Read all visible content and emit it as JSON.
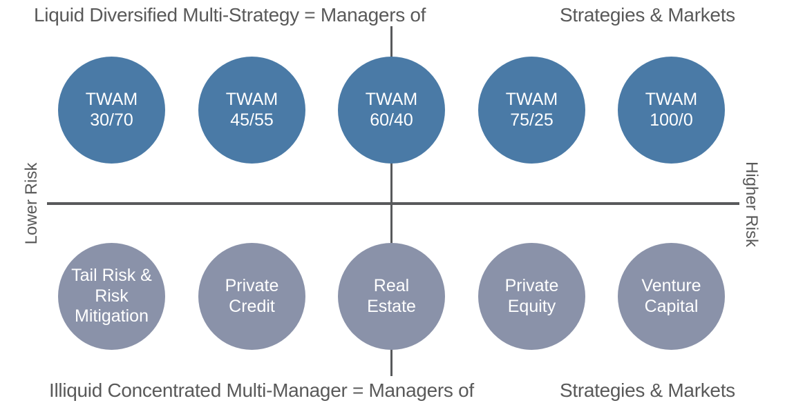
{
  "titles": {
    "top_left": "Liquid Diversified Multi-Strategy = Managers of",
    "top_right": "Strategies & Markets",
    "bottom_left": "Illiquid Concentrated Multi-Manager = Managers of",
    "bottom_right": "Strategies & Markets"
  },
  "axis": {
    "left_label": "Lower Risk",
    "right_label": "Higher Risk"
  },
  "circles": {
    "top": [
      {
        "label": "TWAM\n30/70"
      },
      {
        "label": "TWAM\n45/55"
      },
      {
        "label": "TWAM\n60/40"
      },
      {
        "label": "TWAM\n75/25"
      },
      {
        "label": "TWAM\n100/0"
      }
    ],
    "bottom": [
      {
        "label": "Tail Risk &\nRisk\nMitigation"
      },
      {
        "label": "Private\nCredit"
      },
      {
        "label": "Real\nEstate"
      },
      {
        "label": "Private\nEquity"
      },
      {
        "label": "Venture\nCapital"
      }
    ]
  },
  "colors": {
    "top_circle": "#4a7aa6",
    "bottom_circle": "#8a92a9",
    "text": "#595959",
    "line": "#58595b",
    "circle_text": "#ffffff"
  }
}
